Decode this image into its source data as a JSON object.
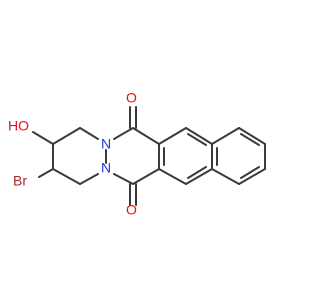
{
  "molecule": {
    "atoms": {
      "oxygen_top": "O",
      "oxygen_bottom": "O",
      "hydroxyl": "HO",
      "nitrogen_top": "N",
      "nitrogen_bottom": "N",
      "bromine": "Br"
    },
    "colors": {
      "bond": "#3a3a3a",
      "oxygen": "#e3121a",
      "nitrogen": "#1f39e6",
      "bromine": "#a3282b",
      "background": "#ffffff"
    }
  }
}
